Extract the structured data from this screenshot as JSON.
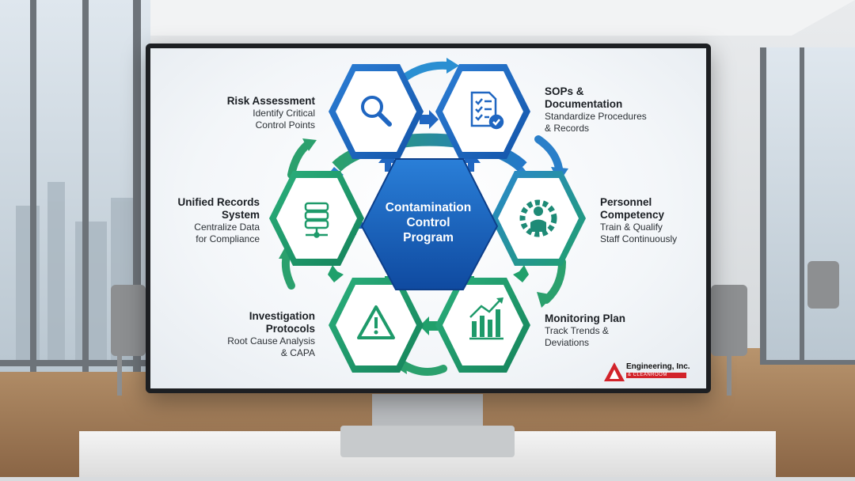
{
  "diagram": {
    "center": {
      "line1": "Contamination",
      "line2": "Control",
      "line3": "Program"
    },
    "nodes": [
      {
        "title": "Risk Assessment",
        "desc1": "Identify Critical",
        "desc2": "Control Points",
        "icon": "magnifier-icon"
      },
      {
        "title1": "SOPs &",
        "title2": "Documentation",
        "desc1": "Standardize Procedures",
        "desc2": "& Records",
        "icon": "checklist-document-icon"
      },
      {
        "title1": "Personnel",
        "title2": "Competency",
        "desc1": "Train & Qualify",
        "desc2": "Staff Continuously",
        "icon": "person-gear-icon"
      },
      {
        "title": "Monitoring Plan",
        "desc1": "Track Trends &",
        "desc2": "Deviations",
        "icon": "bar-chart-trend-icon"
      },
      {
        "title1": "Investigation",
        "title2": "Protocols",
        "desc1": "Root Cause Analysis",
        "desc2": "& CAPA",
        "icon": "warning-triangle-icon"
      },
      {
        "title1": "Unified Records",
        "title2": "System",
        "desc1": "Centralize Data",
        "desc2": "for Compliance",
        "icon": "database-icon"
      }
    ],
    "colors": {
      "blue": "#1f66c1",
      "green": "#1e9a6a",
      "center": "#1556b5"
    }
  },
  "logo": {
    "name": "Engineering, Inc.",
    "sub": "& CLEANROOM"
  }
}
